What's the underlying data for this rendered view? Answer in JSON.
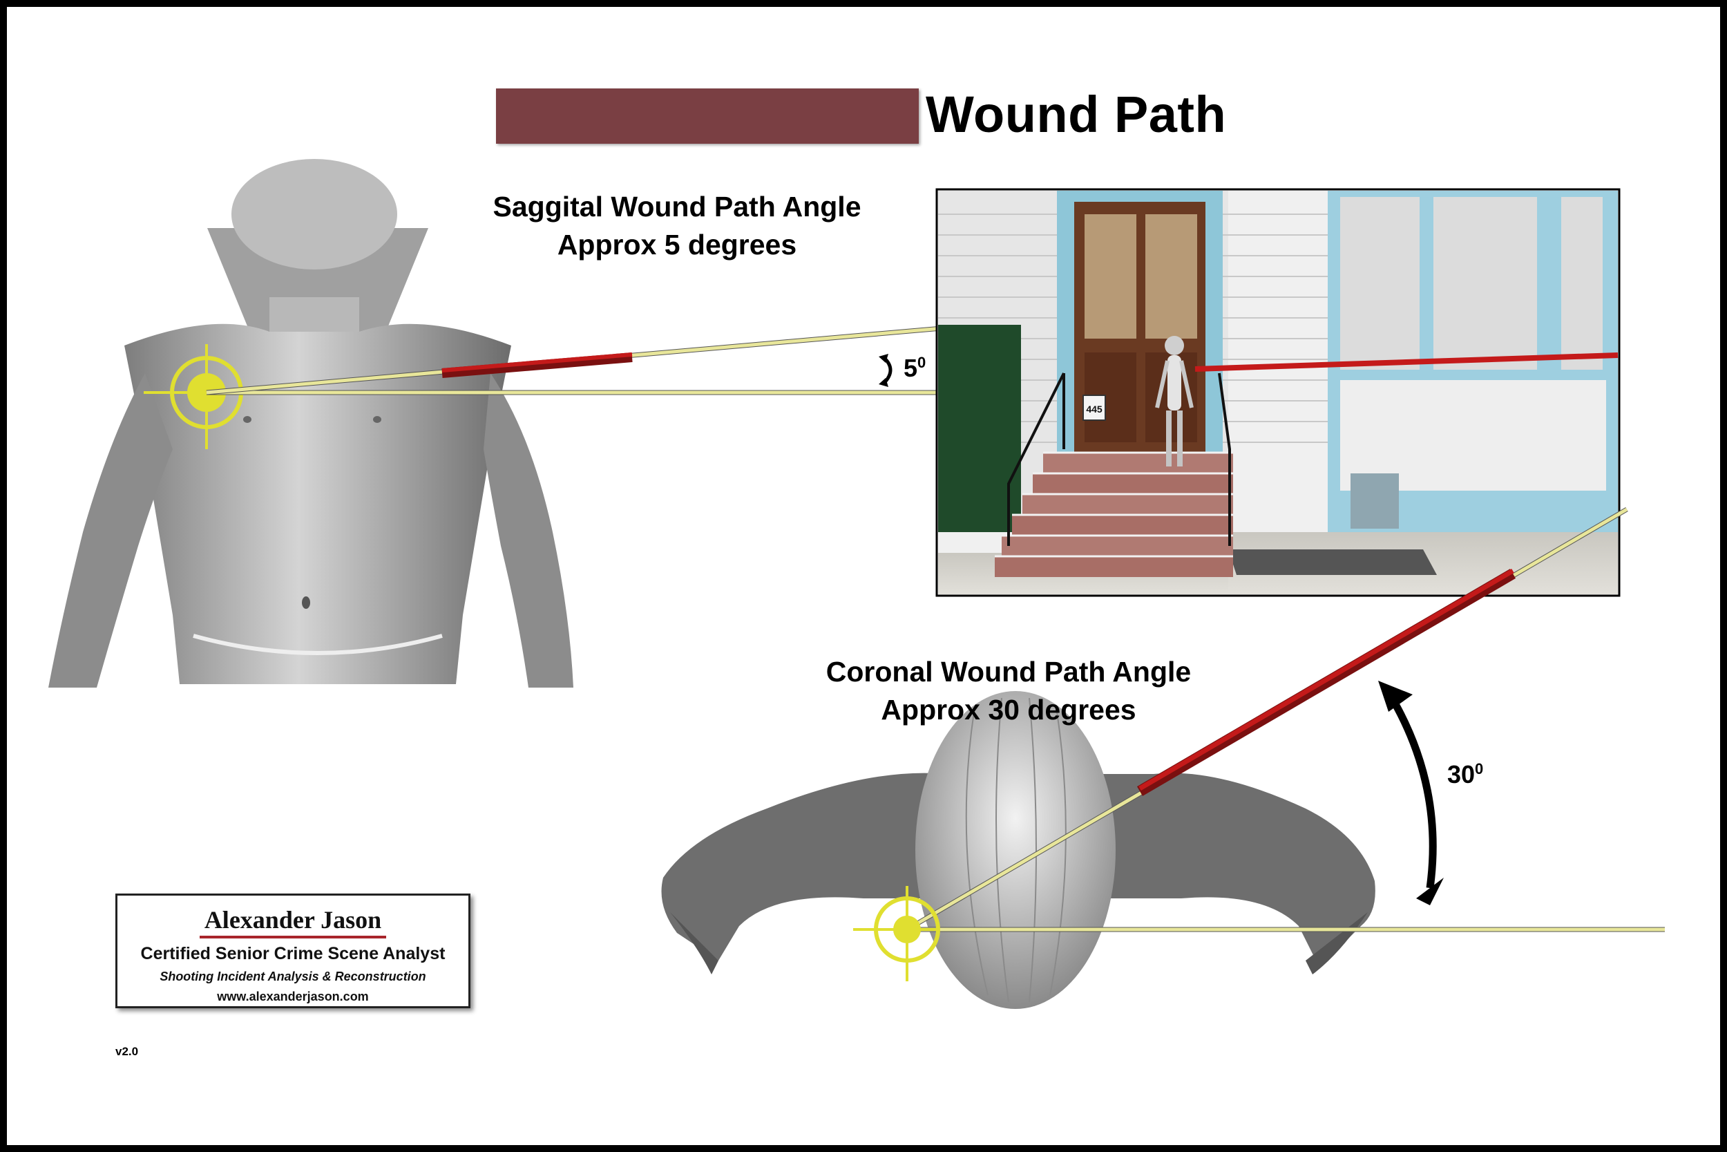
{
  "header": {
    "title": "Wound Path",
    "bar_color": "#7a3f43"
  },
  "sagittal": {
    "line1": "Saggital Wound Path Angle",
    "line2": "Approx 5 degrees",
    "angle_value": "5",
    "angle_unit": "0"
  },
  "coronal": {
    "line1": "Coronal Wound Path Angle",
    "line2": "Approx 30 degrees",
    "angle_value": "30",
    "angle_unit": "0"
  },
  "scene": {
    "house_number": "445"
  },
  "logo": {
    "name": "Alexander Jason",
    "title": "Certified Senior Crime Scene Analyst",
    "subtitle": "Shooting Incident  Analysis & Reconstruction",
    "url": "www.alexanderjason.com"
  },
  "version": "v2.0",
  "colors": {
    "trajectory": "#c41a1a",
    "reference_line": "#e8e69a",
    "target": "#e0df30"
  }
}
